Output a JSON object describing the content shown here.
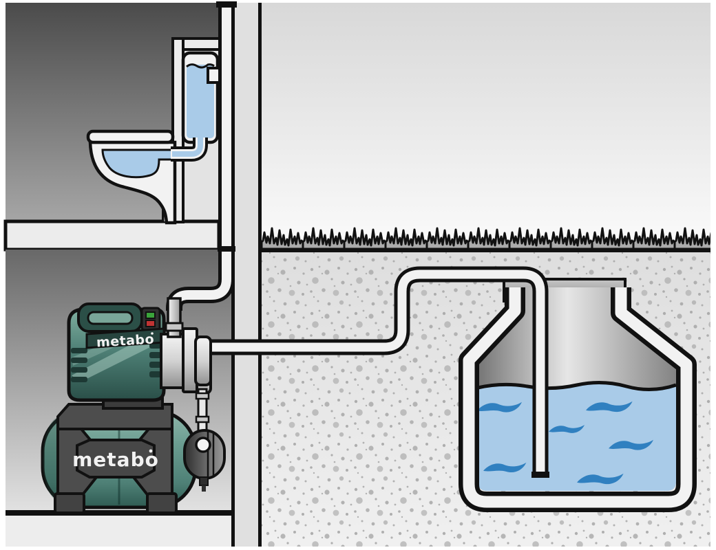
{
  "diagram": {
    "type": "technical-illustration",
    "subject": "Domestic waterworks pump drawing water from an underground cistern and supplying a toilet",
    "labels": {
      "pump_motor_brand": "metabo",
      "pressure_tank_brand": "metabo"
    },
    "colors": {
      "outline": "#111111",
      "metabo_teal": "#4e8076",
      "metabo_teal_dark": "#2a4f48",
      "metabo_teal_light": "#8fb7ab",
      "water_blue": "#a9cbe8",
      "wave_blue": "#3080c0",
      "led_green": "#3ba33b",
      "led_red": "#c13333",
      "pipe_white": "#f2f2f2",
      "label_white": "#f2f2f2",
      "silver_light": "#f4f4f4",
      "silver_dark": "#8f8f8f",
      "dark_gray_parts": "#4d4d4d",
      "grass_gray": "#ababab",
      "speckle_gray": "#a3a3a3"
    },
    "components": {
      "upstairs_room": "Upstairs room",
      "toilet": "Toilet",
      "toilet_cistern": "Toilet flush cistern",
      "house_wall": "House wall",
      "floor_slab": "Floor slab",
      "basement": "Basement",
      "pump_unit": "Metabo domestic waterworks pump",
      "pressure_tank": "Pressure vessel",
      "riser_pipe": "Riser pipe to toilet",
      "suction_pipe": "Suction pipe to cistern",
      "lawn": "Lawn",
      "ground": "Soil",
      "underground_cistern": "Underground water cistern",
      "cistern_lid": "Cistern lid"
    }
  }
}
